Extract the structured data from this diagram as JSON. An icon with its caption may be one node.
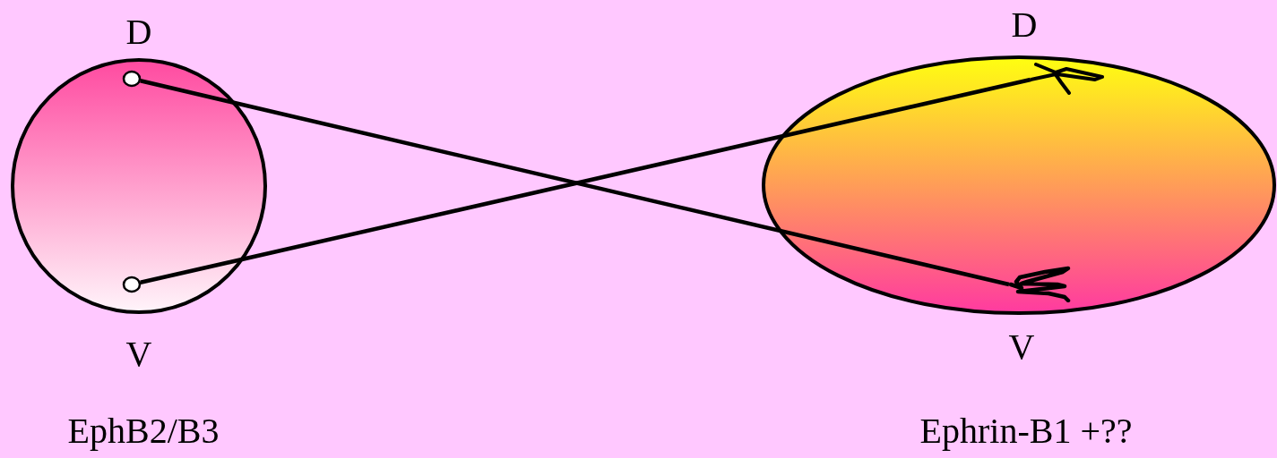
{
  "diagram": {
    "nodes": [
      {
        "text": [],
        "shape": "circle",
        "beside": [
          "EphB2/B3"
        ]
      },
      {
        "text": [],
        "shape": "circle",
        "in": 0
      },
      {
        "text": [],
        "shape": "circle",
        "in": 0
      },
      {
        "text": [],
        "shape": "ellipse",
        "beside": [
          "Ephrin-B1 +??"
        ]
      },
      {
        "text": [],
        "shape": "picture",
        "in": 3
      },
      {
        "text": [],
        "shape": "picture",
        "in": 3
      }
    ],
    "edges": [
      {
        "from": 1,
        "to": 5,
        "arrow": "none"
      },
      {
        "from": 2,
        "to": 4,
        "arrow": "none"
      }
    ],
    "labels": [
      "D",
      "D",
      "V",
      "V"
    ]
  }
}
